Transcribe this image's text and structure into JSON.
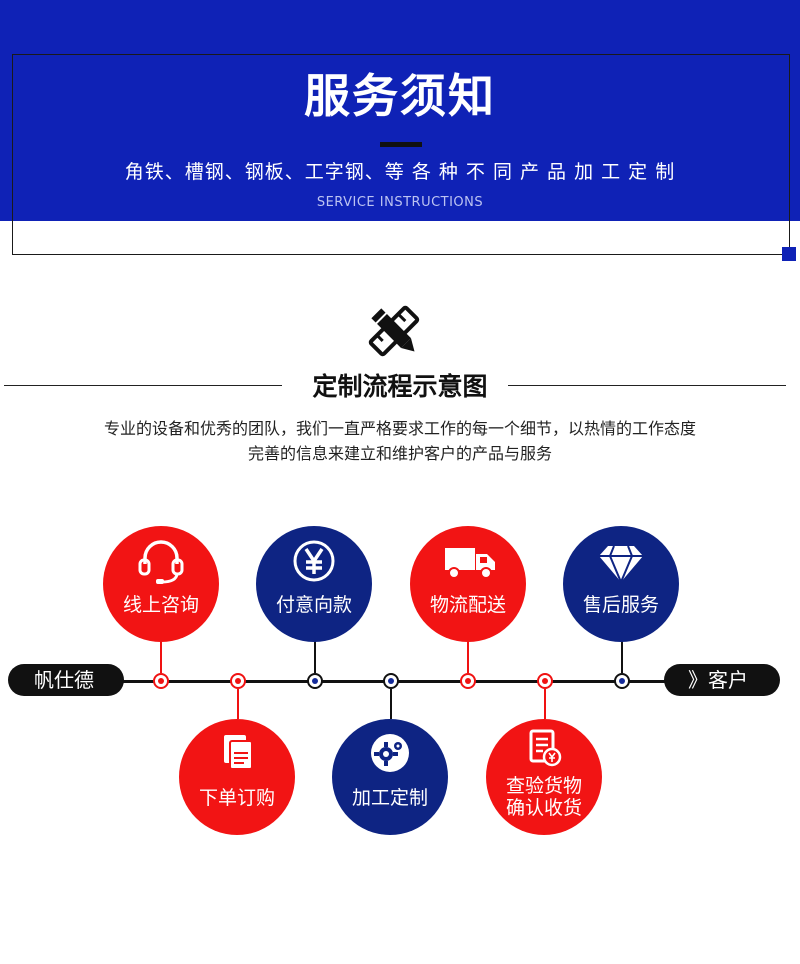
{
  "banner": {
    "title": "服务须知",
    "subtitle": "角铁、槽钢、钢板、工字钢、等 各 种 不 同 产 品 加 工 定 制",
    "english": "SERVICE INSTRUCTIONS",
    "color": "#0f22b6"
  },
  "section": {
    "icon": "pencil-ruler-icon",
    "title": "定制流程示意图",
    "desc_line1": "专业的设备和优秀的团队，我们一直严格要求工作的每一个细节，以热情的工作态度",
    "desc_line2": "完善的信息来建立和维护客户的产品与服务"
  },
  "timeline": {
    "start_label": "帆仕德",
    "end_label": "》客户",
    "steps_top": [
      {
        "label": "线上咨询",
        "icon": "headset-icon",
        "color": "red"
      },
      {
        "label": "付意向款",
        "icon": "yen-icon",
        "color": "blue"
      },
      {
        "label": "物流配送",
        "icon": "truck-icon",
        "color": "red"
      },
      {
        "label": "售后服务",
        "icon": "diamond-icon",
        "color": "blue"
      }
    ],
    "steps_bottom": [
      {
        "label": "下单订购",
        "icon": "documents-icon",
        "color": "red"
      },
      {
        "label": "加工定制",
        "icon": "gear-icon",
        "color": "blue"
      },
      {
        "label_line1": "查验货物",
        "label_line2": "确认收货",
        "icon": "receipt-icon",
        "color": "red"
      }
    ]
  },
  "colors": {
    "red": "#f21414",
    "navy": "#0e2483",
    "blue": "#0f22b6"
  }
}
